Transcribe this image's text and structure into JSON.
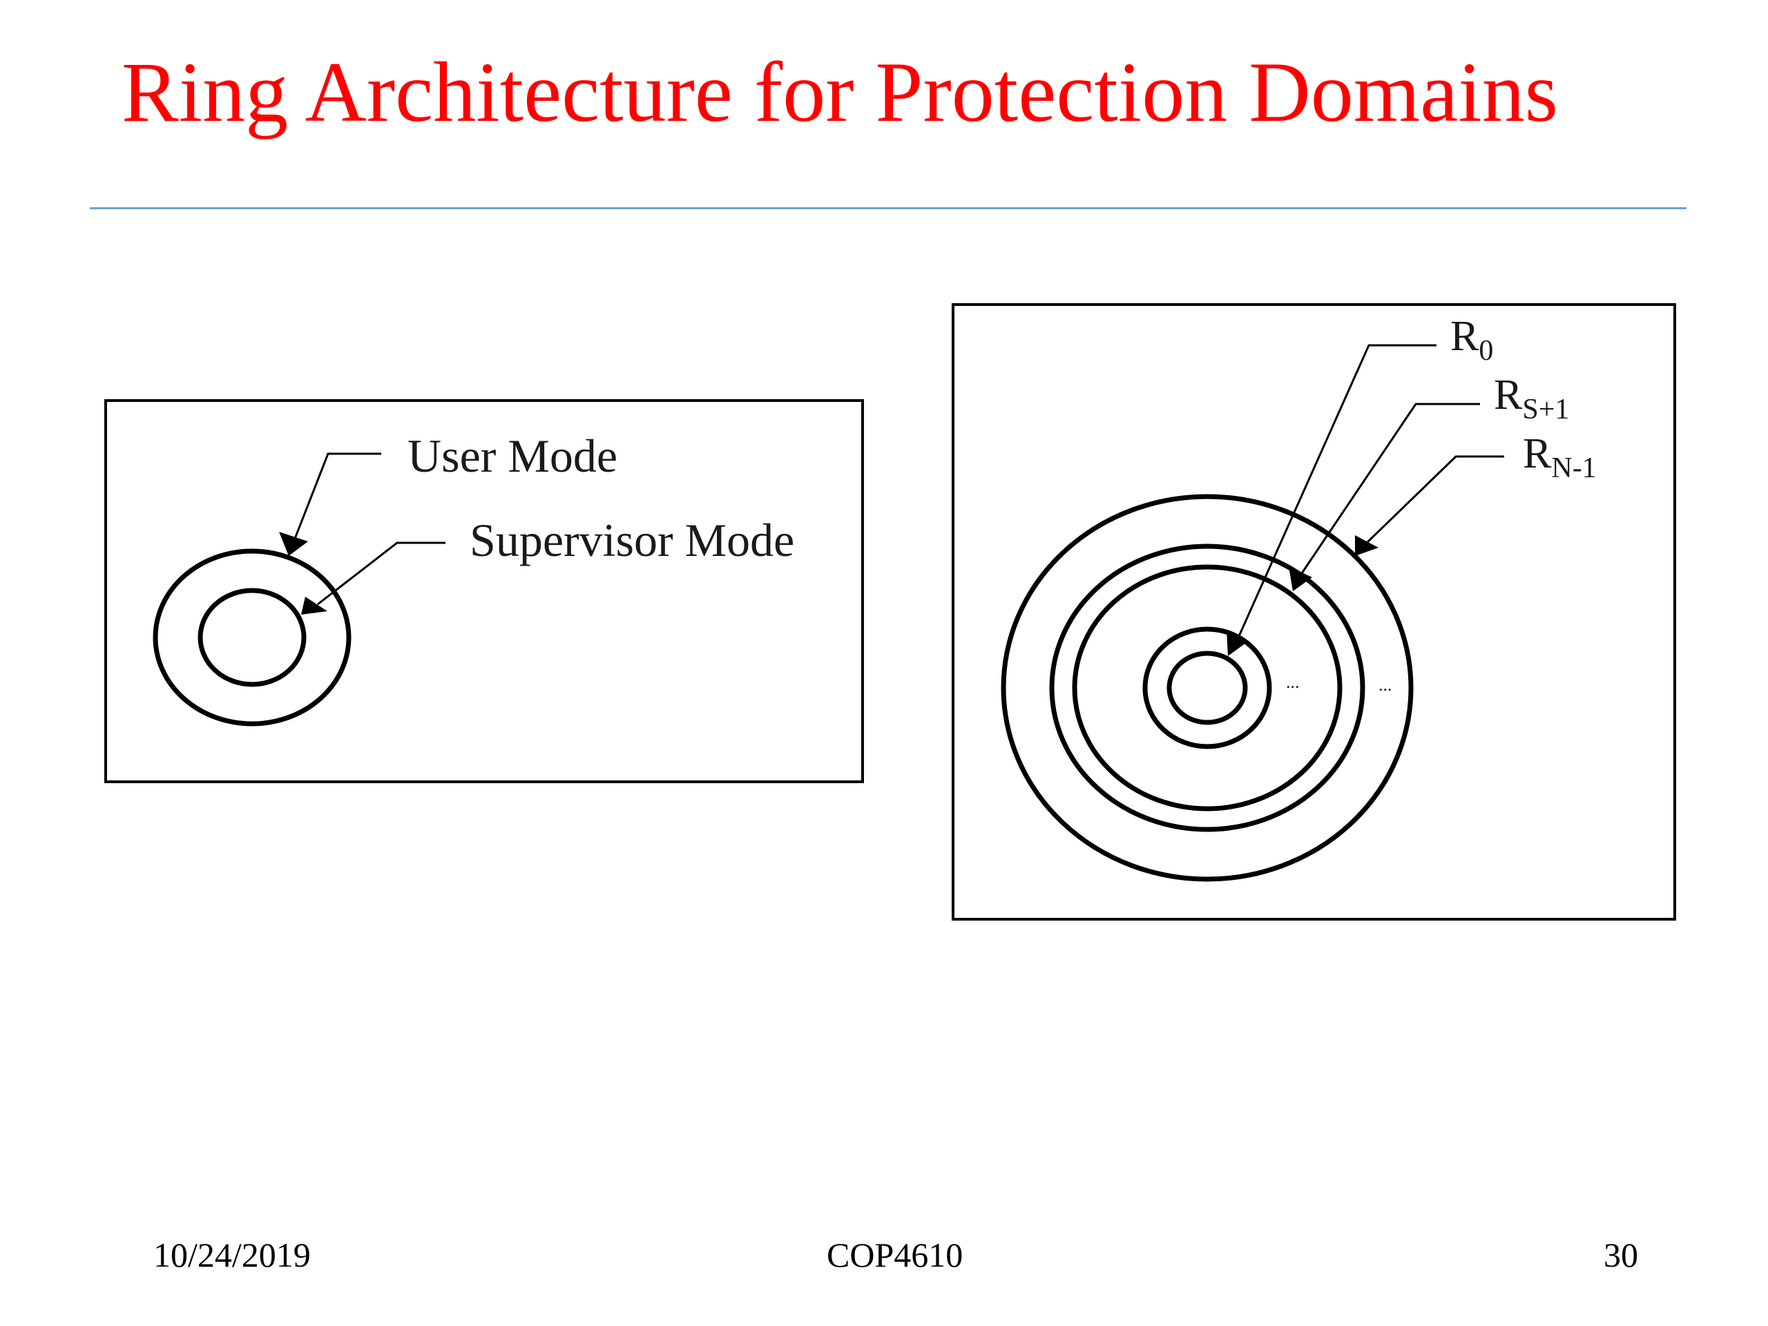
{
  "slide": {
    "title": "Ring Architecture for Protection Domains",
    "title_color": "#ff0000",
    "rule_color": "#6fa0d8"
  },
  "left_diagram": {
    "user_mode_label": "User Mode",
    "supervisor_mode_label": "Supervisor Mode"
  },
  "right_diagram": {
    "r0": {
      "base": "R",
      "sub": "0"
    },
    "rs1": {
      "base": "R",
      "sub": "S+1"
    },
    "rn1": {
      "base": "R",
      "sub": "N-1"
    },
    "ellipsis": "..."
  },
  "footer": {
    "date": "10/24/2019",
    "course": "COP4610",
    "page": "30"
  }
}
